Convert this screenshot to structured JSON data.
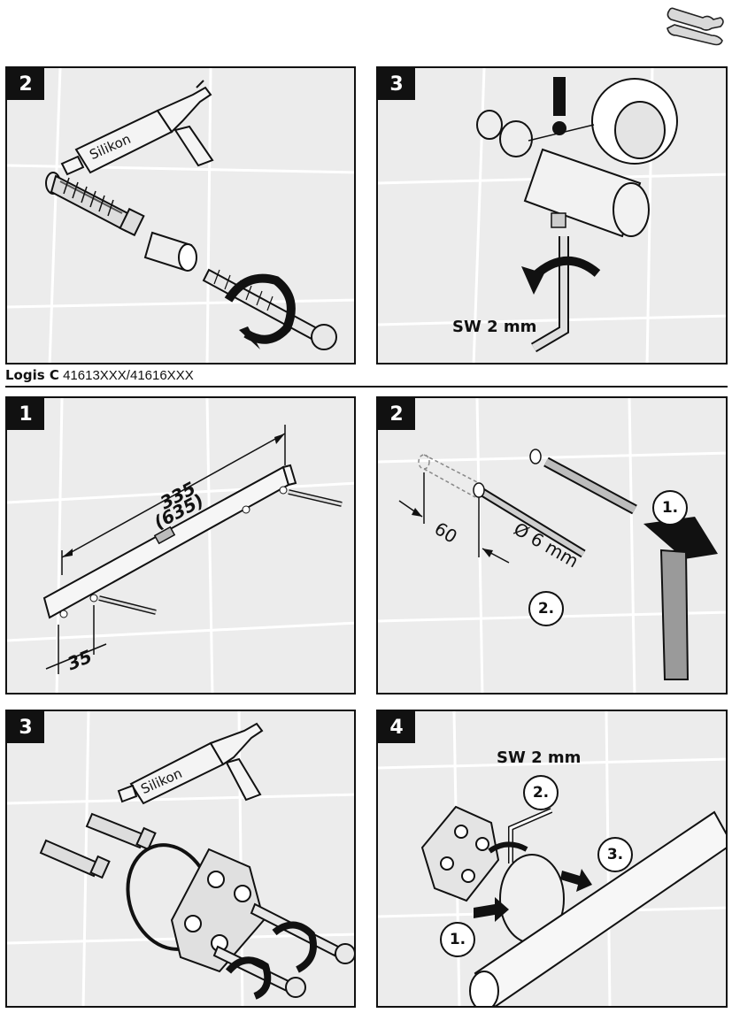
{
  "header": {
    "icon": "wrench-screwdriver-icon"
  },
  "section": {
    "model": "Logis C",
    "article_numbers": "41613XXX/41616XXX"
  },
  "top_panels": [
    {
      "step": "2",
      "tube_label": "Silikon"
    },
    {
      "step": "3",
      "tool_label": "SW 2 mm",
      "warning_symbol": "!"
    }
  ],
  "panels": [
    {
      "step": "1",
      "dim_length": "335",
      "dim_length_alt": "(635)",
      "dim_offset": "35"
    },
    {
      "step": "2",
      "dim_depth": "60",
      "dim_diameter": "Ø 6 mm",
      "action_1": "1.",
      "action_2": "2."
    },
    {
      "step": "3",
      "tube_label": "Silikon"
    },
    {
      "step": "4",
      "tool_label": "SW 2 mm",
      "action_1": "1.",
      "action_2": "2.",
      "action_3": "3."
    }
  ]
}
